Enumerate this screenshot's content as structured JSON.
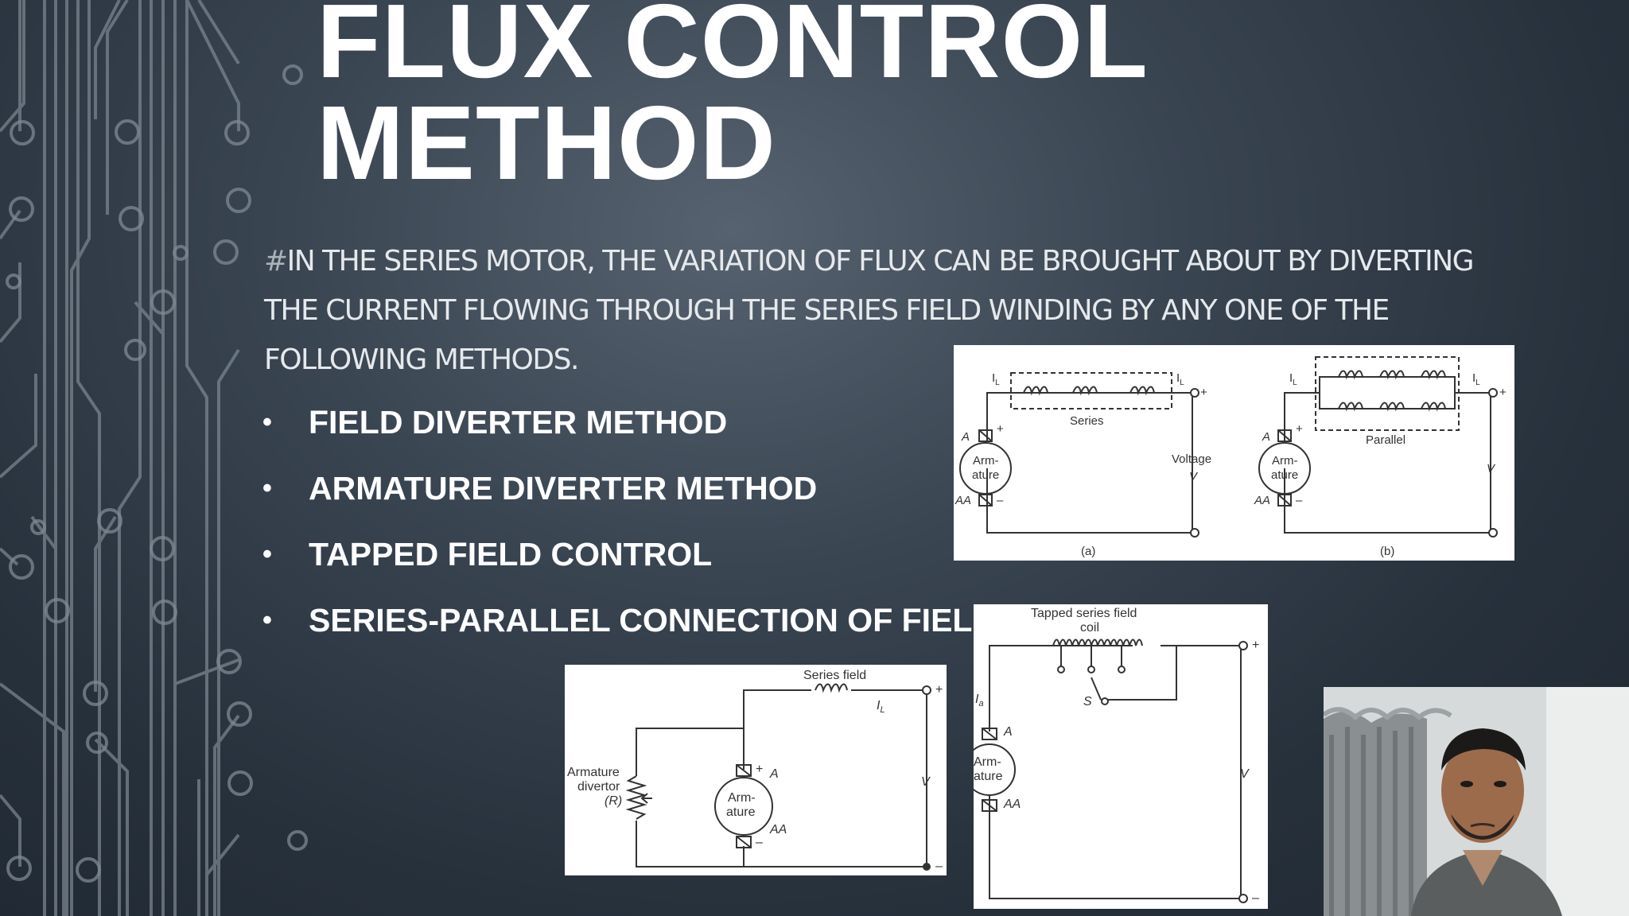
{
  "slide": {
    "title_line1": "FLUX CONTROL",
    "title_line2": "METHOD",
    "intro_hash": "#",
    "intro_text": "IN THE SERIES MOTOR, THE VARIATION OF FLUX CAN BE BROUGHT ABOUT BY DIVERTING THE CURRENT FLOWING THROUGH THE SERIES FIELD WINDING BY ANY ONE OF THE FOLLOWING METHODS.",
    "bullet_symbol": "•",
    "methods": [
      "FIELD DIVERTER METHOD",
      "ARMATURE DIVERTER METHOD",
      "TAPPED FIELD CONTROL",
      "SERIES-PARALLEL CONNECTION OF FIELD"
    ]
  },
  "figure_series_parallel": {
    "current_label": "I",
    "current_subscript": "L",
    "a_label": "A",
    "aa_label": "AA",
    "armature_line1": "Arm-",
    "armature_line2": "ature",
    "plus": "+",
    "minus": "–",
    "series_label": "Series",
    "parallel_label": "Parallel",
    "voltage_label": "Voltage",
    "v_label": "V",
    "caption_a": "(a)",
    "caption_b": "(b)"
  },
  "figure_armature_diverter": {
    "series_field_label": "Series field",
    "current_label": "I",
    "current_subscript": "L",
    "diverter_line1": "Armature",
    "diverter_line2": "divertor",
    "diverter_line3": "(R)",
    "armature_line1": "Arm-",
    "armature_line2": "ature",
    "a_label": "A",
    "aa_label": "AA",
    "plus": "+",
    "minus": "–",
    "v_label": "V"
  },
  "figure_tapped_field": {
    "tapped_line1": "Tapped series field",
    "tapped_line2": "coil",
    "s_label": "S",
    "ia_label": "I",
    "ia_subscript": "a",
    "a_label": "A",
    "aa_label": "AA",
    "armature_line1": "Arm-",
    "armature_line2": "ature",
    "plus": "+",
    "minus": "–",
    "v_label": "V"
  },
  "colors": {
    "background": "#2e3945",
    "circuit_lines": "#7e8993",
    "title": "#ffffff",
    "body_text": "#e6e9ec",
    "diagram_bg": "#ffffff",
    "diagram_ink": "#333333"
  }
}
